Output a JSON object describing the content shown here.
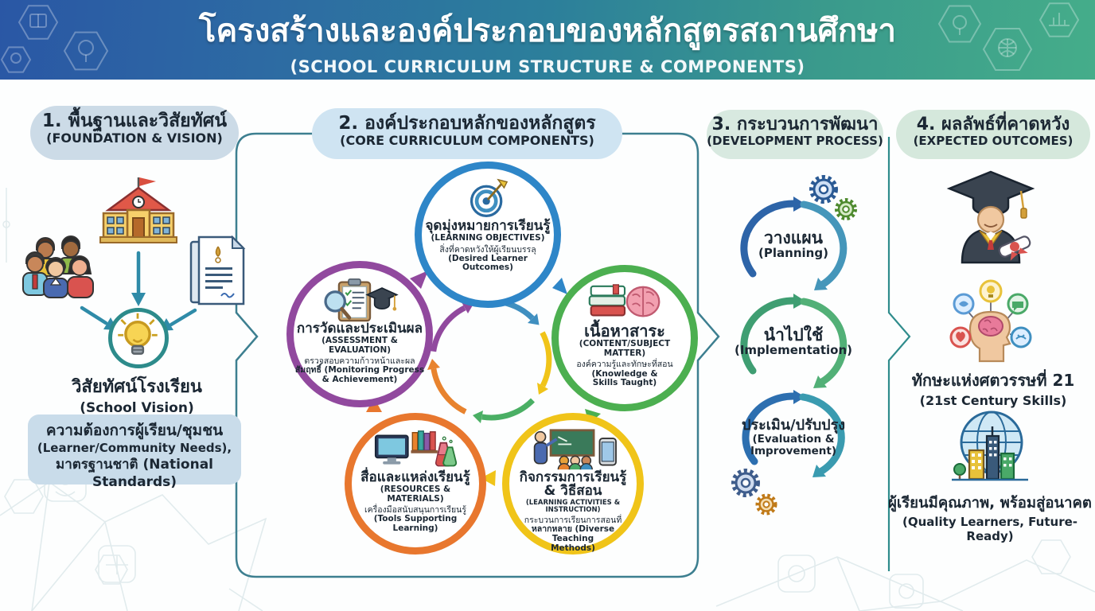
{
  "header": {
    "title_th": "โครงสร้างและองค์ประกอบของหลักสูตรสถานศึกษา",
    "title_en": "(SCHOOL CURRICULUM STRUCTURE & COMPONENTS)",
    "gradient": [
      "#2a57a5",
      "#2c7f9b",
      "#45ad8a"
    ]
  },
  "foundation": {
    "heading_th": "1. พื้นฐานและวิสัยทัศน์",
    "heading_en": "(FOUNDATION & VISION)",
    "icons": [
      "school-icon",
      "community-icon",
      "standards-document-icon",
      "lightbulb-icon"
    ],
    "vision_th": "วิสัยทัศน์โรงเรียน",
    "vision_en": "(School Vision)",
    "needs_th": "ความต้องการผู้เรียน/ชุมชน",
    "needs_en": "(Learner/Community Needs),",
    "standards": "มาตรฐานชาติ (National Standards)"
  },
  "components": {
    "heading_th": "2. องค์ประกอบหลักของหลักสูตร",
    "heading_en": "(CORE CURRICULUM COMPONENTS)",
    "circles": [
      {
        "id": "learning-objectives",
        "accent": "#2e86c8",
        "icon": "target-arrow-icon",
        "title_th": "จุดมุ่งหมายการเรียนรู้",
        "title_en": "(LEARNING OBJECTIVES)",
        "desc_th": "สิ่งที่คาดหวังให้ผู้เรียนบรรลุ",
        "desc_en": "(Desired Learner\nOutcomes)"
      },
      {
        "id": "content-subject-matter",
        "accent": "#4caf50",
        "icon": "books-brain-icon",
        "title_th": "เนื้อหาสาระ",
        "title_en": "(CONTENT/SUBJECT MATTER)",
        "desc_th": "องค์ความรู้และทักษะที่สอน",
        "desc_en": "(Knowledge &\nSkills Taught)"
      },
      {
        "id": "learning-activities-instruction",
        "accent": "#f0c419",
        "icon": "teacher-board-icon",
        "title_th": "กิจกรรมการเรียนรู้\n& วิธีสอน",
        "title_en": "(LEARNING ACTIVITIES & INSTRUCTION)",
        "desc_th": "กระบวนการเรียนการสอนที่",
        "desc_en": "หลากหลาย (Diverse Teaching\nMethods)"
      },
      {
        "id": "resources-materials",
        "accent": "#e8772e",
        "icon": "resources-icon",
        "title_th": "สื่อและแหล่งเรียนรู้",
        "title_en": "(RESOURCES & MATERIALS)",
        "desc_th": "เครื่องมือสนับสนุนการเรียนรู้",
        "desc_en": "(Tools Supporting\nLearning)"
      },
      {
        "id": "assessment-evaluation",
        "accent": "#91499e",
        "icon": "assessment-icon",
        "title_th": "การวัดและประเมินผล",
        "title_en": "(ASSESSMENT & EVALUATION)",
        "desc_th": "ตรวจสอบความก้าวหน้าและผล",
        "desc_en": "สัมฤทธิ์ (Monitoring Progress\n& Achievement)"
      }
    ]
  },
  "process": {
    "heading_th": "3. กระบวนการพัฒนา",
    "heading_en": "(DEVELOPMENT PROCESS)",
    "steps": [
      {
        "id": "planning",
        "color": "#2d64a8",
        "title_th": "วางแผน",
        "title_en": "(Planning)"
      },
      {
        "id": "implementation",
        "color": "#4aa968",
        "title_th": "นำไปใช้",
        "title_en": "(Implementation)"
      },
      {
        "id": "evaluation-improvement",
        "color": "#2d6fb0",
        "title_th": "ประเมิน/ปรับปรุง",
        "title_en": "(Evaluation &\nImprovement)"
      }
    ]
  },
  "outcomes": {
    "heading_th": "4. ผลลัพธ์ที่คาดหวัง",
    "heading_en": "(EXPECTED OUTCOMES)",
    "icons": [
      "graduate-icon",
      "skills-icon",
      "globe-city-icon"
    ],
    "skills_th": "ทักษะแห่งศตวรรษที่ 21",
    "skills_en": "(21st Century Skills)",
    "quality_th": "ผู้เรียนมีคุณภาพ, พร้อมสู่อนาคต",
    "quality_en": "(Quality Learners, Future-Ready)"
  }
}
